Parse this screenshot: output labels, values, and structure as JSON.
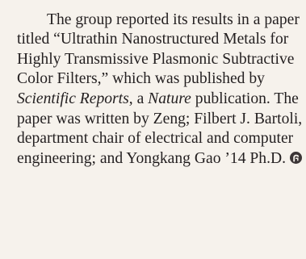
{
  "article": {
    "top_fragment": "The group reported its results in a",
    "para_a": "paper titled “Ultrathin Nanostructured Metals for Highly Transmissive Plasmonic Subtractive Color Filters,” which was published by ",
    "journal": "Scientific Reports",
    "para_b": ", a ",
    "publisher": "Nature",
    "para_c": " publication. The paper was written by Zeng; Filbert J. Bartoli, department chair of electrical and computer engineering; and Yongkang Gao ’14 Ph.D.",
    "end_mark_icon": "end-of-article-icon"
  },
  "colors": {
    "background": "#f6f2ec",
    "text": "#231f20",
    "end_mark": "#3b3536"
  }
}
